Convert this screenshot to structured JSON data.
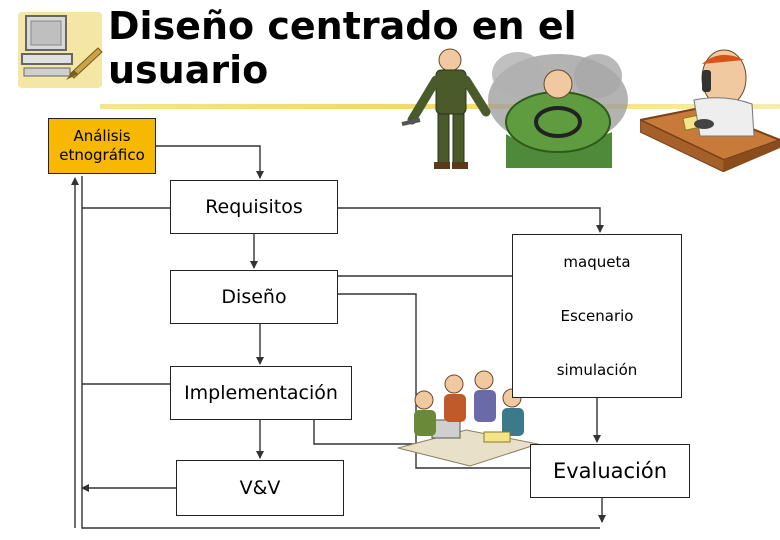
{
  "slide": {
    "title_line1": "Diseño centrado en el",
    "title_line2": "usuario"
  },
  "nodes": {
    "analisis_line1": "Análisis",
    "analisis_line2": "etnográfico",
    "requisitos": "Requisitos",
    "diseno": "Diseño",
    "implementacion": "Implementación",
    "vv": "V&V",
    "maqueta": "maqueta",
    "escenario": "Escenario",
    "simulacion": "simulación",
    "evaluacion": "Evaluación"
  },
  "colors": {
    "analysis_fill": "#f6b800",
    "title_rule": "#f0d24a",
    "line": "#333333"
  },
  "clipart": [
    "computer-clipart",
    "mechanic-angry-driver-clipart",
    "phone-businessman-clipart",
    "team-meeting-clipart"
  ]
}
